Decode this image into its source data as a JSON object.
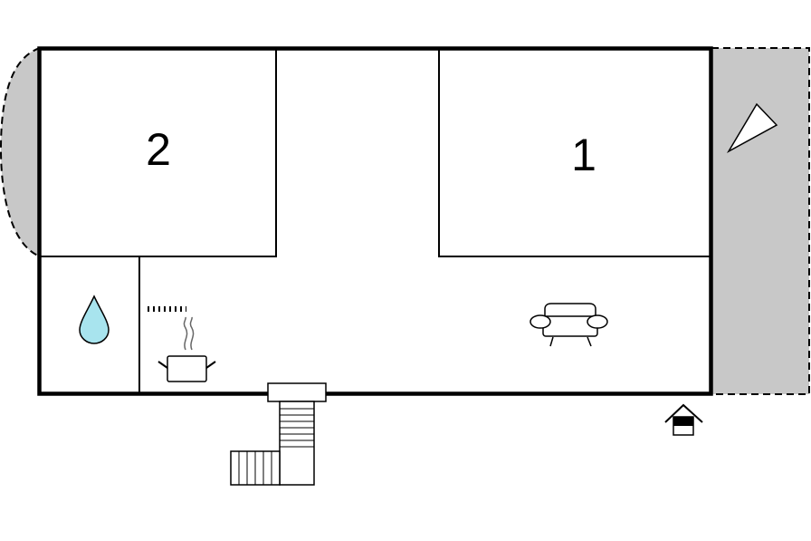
{
  "floorplan": {
    "rooms": [
      {
        "id": "room-2",
        "label": "2"
      },
      {
        "id": "room-1",
        "label": "1"
      }
    ],
    "icons": {
      "bathroom": "water-drop-icon",
      "kitchen": "cooking-pot-icon",
      "stove": "stove-hob-icon",
      "living": "sofa-icon",
      "entrance": "entrance-house-icon",
      "terrace_marker": "triangle-marker-icon",
      "stairs": "stairs-icon"
    },
    "colors": {
      "wall": "#000000",
      "outdoor_area": "#c8c8c8",
      "water": "#a8e4ee",
      "background": "#ffffff"
    }
  }
}
